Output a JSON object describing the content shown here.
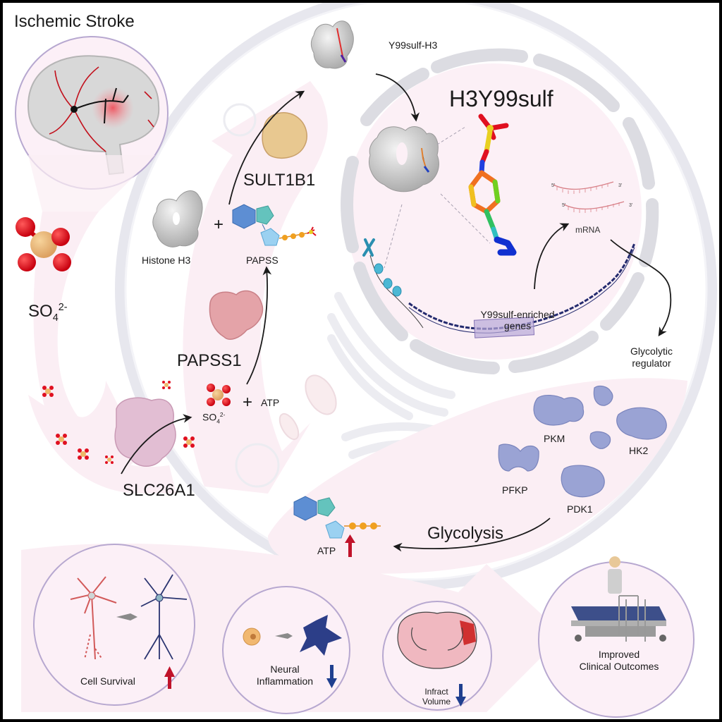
{
  "title": "Ischemic Stroke",
  "brain_panel": {
    "icon": "brain-icon",
    "description": "brain with occluded artery and ischemic region"
  },
  "sulfate": {
    "formula_base": "SO",
    "formula_subscript": "4",
    "formula_charge": "2-"
  },
  "transporter": {
    "label": "SLC26A1"
  },
  "papss1": {
    "label": "PAPSS1"
  },
  "atp_reaction": {
    "plus": "+",
    "atp": "ATP"
  },
  "papss_reaction": {
    "histone_label": "Histone H3",
    "plus": "+",
    "papss_label": "PAPSS",
    "enzyme_label": "SULT1B1"
  },
  "product": {
    "label": "Y99sulf-H3"
  },
  "nucleus": {
    "title": "H3Y99sulf",
    "genes_label_line1": "Y99sulf-enriched",
    "genes_label_line2": "genes",
    "mrna_label": "mRNA",
    "five_prime": "5'",
    "three_prime": "3'"
  },
  "glycolytic": {
    "header_line1": "Glycolytic",
    "header_line2": "regulator",
    "proteins": [
      "PKM",
      "HK2",
      "PFKP",
      "PDK1"
    ],
    "process_label": "Glycolysis",
    "atp_label": "ATP",
    "atp_trend": "up"
  },
  "outcomes": [
    {
      "label": "Cell Survival",
      "trend": "up"
    },
    {
      "label_line1": "Neural",
      "label_line2": "Inflammation",
      "trend": "down"
    },
    {
      "label_line1": "Infract",
      "label_line2": "Volume",
      "trend": "down"
    },
    {
      "label_line1": "Improved",
      "label_line2": "Clinical Outcomes"
    }
  ],
  "colors": {
    "up_arrow": "#c0132a",
    "down_arrow": "#1f3f8f",
    "panel_pink": "#fbeef4",
    "circle_border": "#b7a8d0",
    "sulfate_red": "#e01020",
    "sulfate_orange": "#eeb868",
    "protein_blue": "#9aa3d4",
    "dna_navy": "#232a6e"
  }
}
